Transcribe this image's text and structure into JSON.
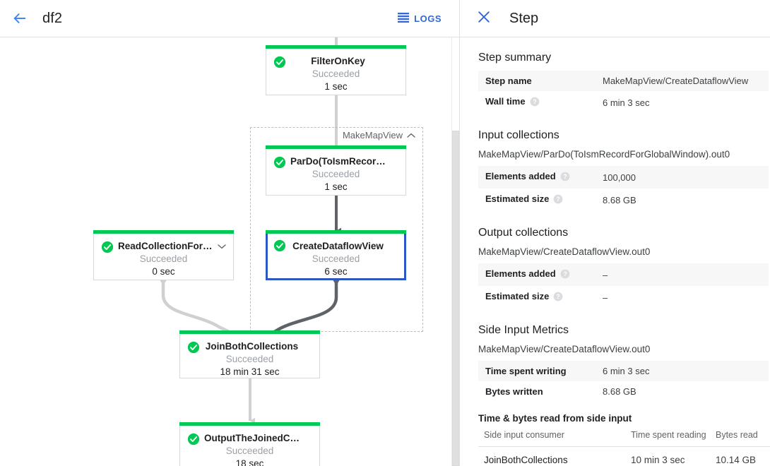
{
  "topbar": {
    "back_icon": "arrow-left-icon",
    "job_name": "df2",
    "logs_icon": "list-icon",
    "logs_label": "LOGS"
  },
  "colors": {
    "accent_blue": "#3367d6",
    "selected_border": "#2a56c6",
    "success_green": "#00c853",
    "edge_default": "#d0d0d0",
    "edge_highlight": "#5f6368",
    "muted_text": "#9aa0a6"
  },
  "graph": {
    "group": {
      "label": "MakeMapView",
      "collapse_icon": "chevron-up-icon"
    },
    "nodes": [
      {
        "id": "filter-on-key",
        "name": "FilterOnKey",
        "status": "Succeeded",
        "duration": "1 sec",
        "status_icon": "check-circle-icon",
        "selected": false,
        "expander": null
      },
      {
        "id": "pardo-toismrecord",
        "name": "ParDo(ToIsmRecordFor…",
        "status": "Succeeded",
        "duration": "1 sec",
        "status_icon": "check-circle-icon",
        "selected": false,
        "expander": null
      },
      {
        "id": "create-dataflow-view",
        "name": "CreateDataflowView",
        "status": "Succeeded",
        "duration": "6 sec",
        "status_icon": "check-circle-icon",
        "selected": true,
        "expander": null
      },
      {
        "id": "read-collection-for-join",
        "name": "ReadCollectionForJoin",
        "status": "Succeeded",
        "duration": "0 sec",
        "status_icon": "check-circle-icon",
        "selected": false,
        "expander": "chevron-down-icon"
      },
      {
        "id": "join-both-collections",
        "name": "JoinBothCollections",
        "status": "Succeeded",
        "duration": "18 min 31 sec",
        "status_icon": "check-circle-icon",
        "selected": false,
        "expander": null
      },
      {
        "id": "output-the-joined-collection",
        "name": "OutputTheJoinedCollec…",
        "status": "Succeeded",
        "duration": "18 sec",
        "status_icon": "check-circle-icon",
        "selected": false,
        "expander": null
      }
    ]
  },
  "panel": {
    "close_icon": "close-icon",
    "title": "Step",
    "step_summary": {
      "heading": "Step summary",
      "rows": [
        {
          "key": "Step name",
          "value": "MakeMapView/CreateDataflowView",
          "help": false
        },
        {
          "key": "Wall time",
          "value": "6 min 3 sec",
          "help": true
        }
      ]
    },
    "input_collections": {
      "heading": "Input collections",
      "collection": "MakeMapView/ParDo(ToIsmRecordForGlobalWindow).out0",
      "rows": [
        {
          "key": "Elements added",
          "value": "100,000",
          "help": true
        },
        {
          "key": "Estimated size",
          "value": "8.68 GB",
          "help": true
        }
      ]
    },
    "output_collections": {
      "heading": "Output collections",
      "collection": "MakeMapView/CreateDataflowView.out0",
      "rows": [
        {
          "key": "Elements added",
          "value": "–",
          "help": true
        },
        {
          "key": "Estimated size",
          "value": "–",
          "help": true
        }
      ]
    },
    "side_input_metrics": {
      "heading": "Side Input Metrics",
      "collection": "MakeMapView/CreateDataflowView.out0",
      "rows": [
        {
          "key": "Time spent writing",
          "value": "6 min 3 sec",
          "help": false
        },
        {
          "key": "Bytes written",
          "value": "8.68 GB",
          "help": false
        }
      ]
    },
    "side_input_table": {
      "heading": "Time & bytes read from side input",
      "columns": [
        "Side input consumer",
        "Time spent reading",
        "Bytes read"
      ],
      "rows": [
        [
          "JoinBothCollections",
          "10 min 3 sec",
          "10.14 GB"
        ]
      ]
    }
  }
}
